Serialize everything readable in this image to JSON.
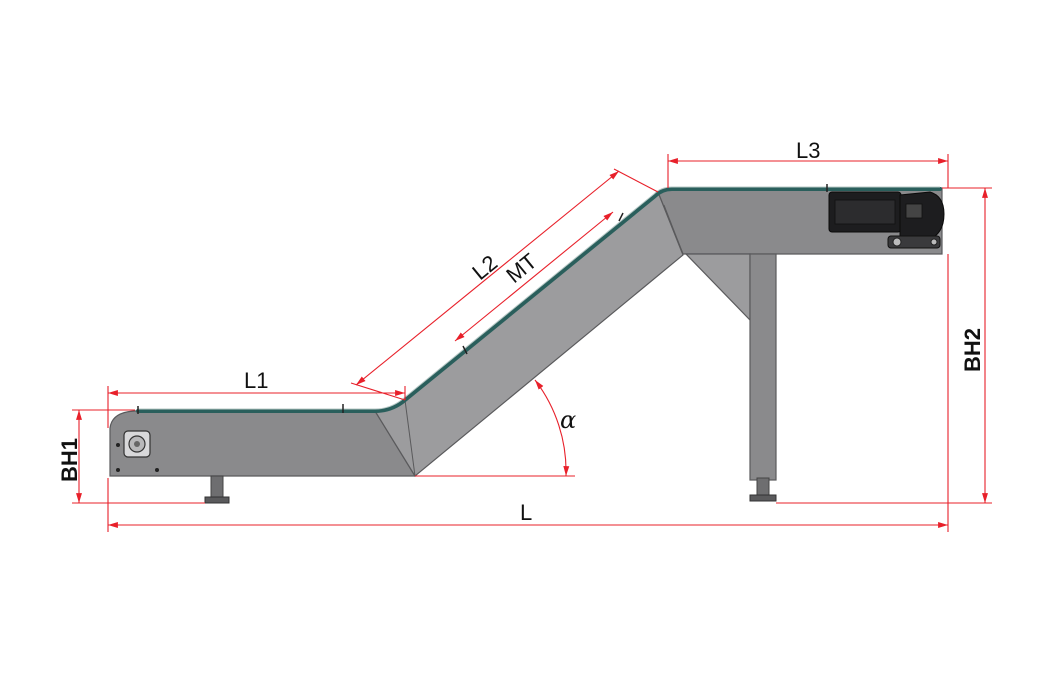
{
  "diagram": {
    "labels": {
      "l1": "L1",
      "l2": "L2",
      "mt": "MT",
      "l3": "L3",
      "l": "L",
      "bh1": "BH1",
      "bh2": "BH2",
      "alpha": "α"
    },
    "colors": {
      "dimension": "#e8202a",
      "frame": "#8a8a8c",
      "belt": "#2a5f5c",
      "motor": "#1d1d1f"
    }
  }
}
